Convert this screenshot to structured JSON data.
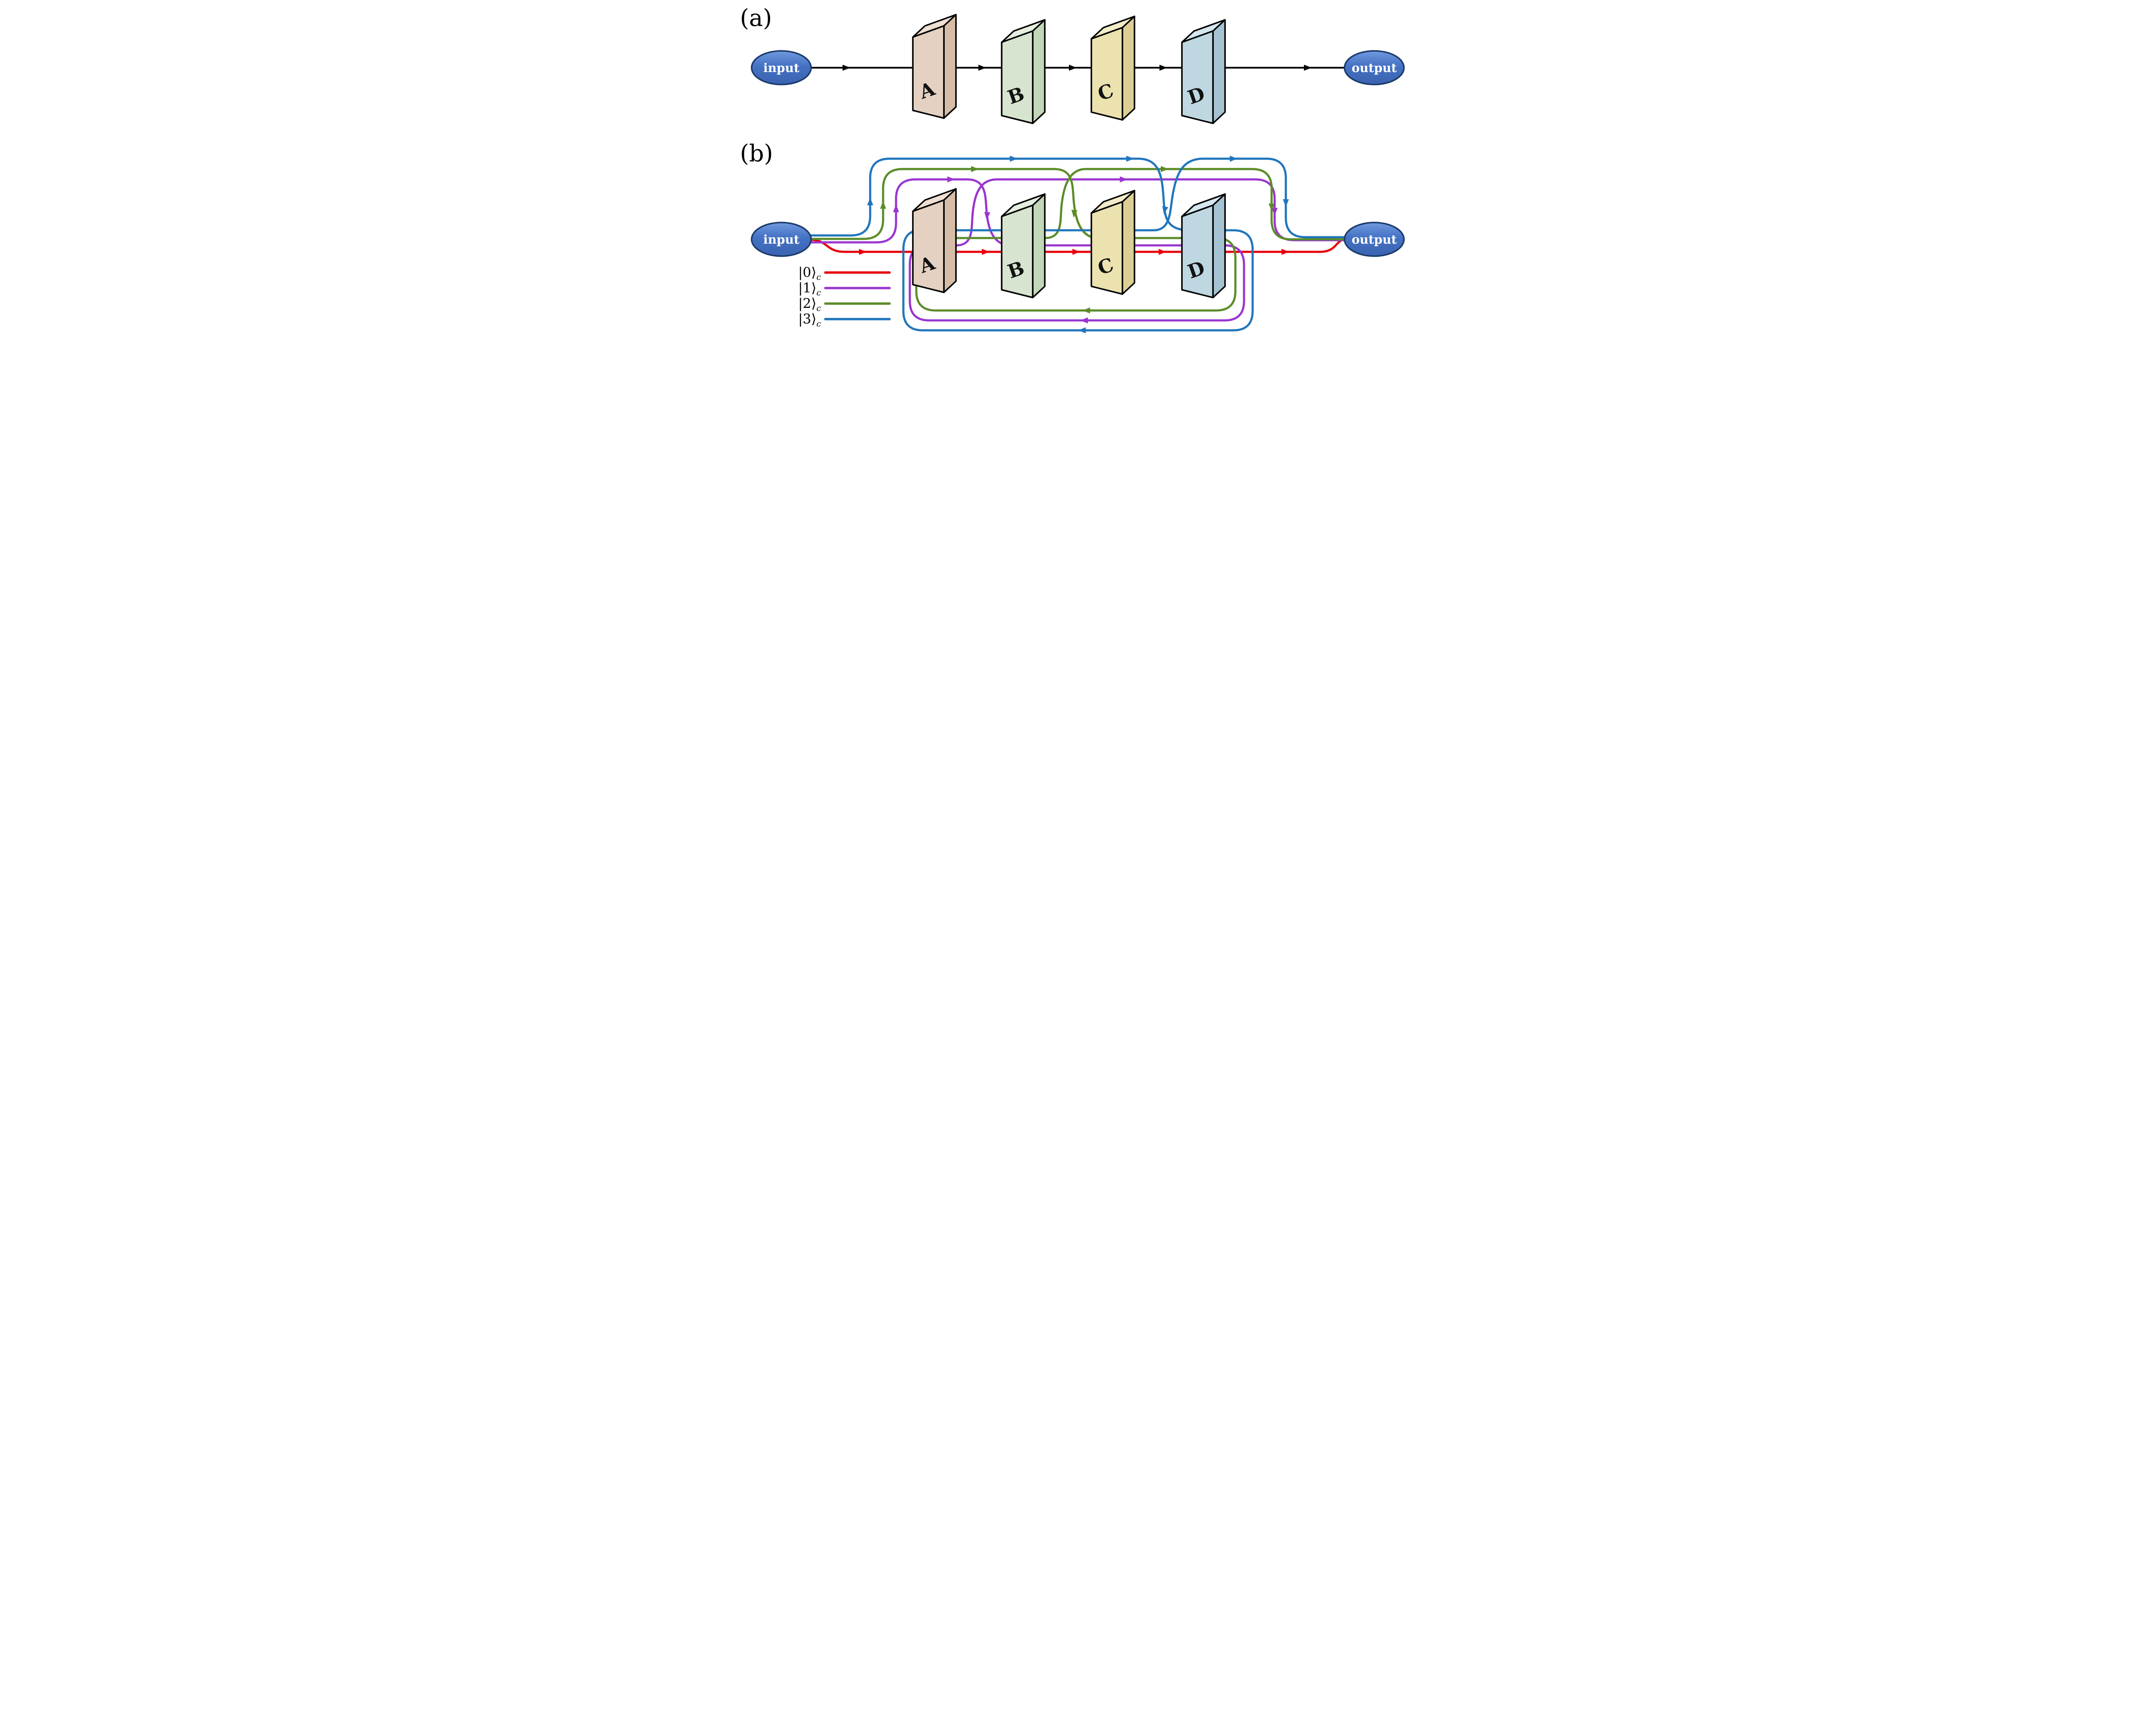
{
  "panels": {
    "a_label": "(a)",
    "b_label": "(b)"
  },
  "nodes": {
    "input": "input",
    "output": "output"
  },
  "gates": [
    {
      "label": "A",
      "front": "#e4d1c1",
      "side": "#d5bda7",
      "top": "#efdfd2"
    },
    {
      "label": "B",
      "front": "#d7e5d0",
      "side": "#c2d6b8",
      "top": "#e5efdf"
    },
    {
      "label": "C",
      "front": "#ebe2af",
      "side": "#ddcf94",
      "top": "#f3ecc9"
    },
    {
      "label": "D",
      "front": "#bed7e1",
      "side": "#a4c2d1",
      "top": "#d4e6ee"
    }
  ],
  "legend": {
    "items": [
      {
        "ket": "|0⟩",
        "sub": "c",
        "order": [
          "A",
          "B",
          "C",
          "D"
        ]
      },
      {
        "ket": "|1⟩",
        "sub": "c",
        "order": [
          "B",
          "C",
          "D",
          "A"
        ]
      },
      {
        "ket": "|2⟩",
        "sub": "c",
        "order": [
          "C",
          "D",
          "A",
          "B"
        ]
      },
      {
        "ket": "|3⟩",
        "sub": "c",
        "order": [
          "D",
          "A",
          "B",
          "C"
        ]
      }
    ]
  },
  "colors": {
    "black": "#000000",
    "red": "#e8000b",
    "purple": "#9a35cf",
    "green": "#5b8c29",
    "blue": "#2176bd",
    "node_fill": "#4472c4",
    "node_stroke": "#1b3a6b",
    "node_text": "#ffffff"
  }
}
